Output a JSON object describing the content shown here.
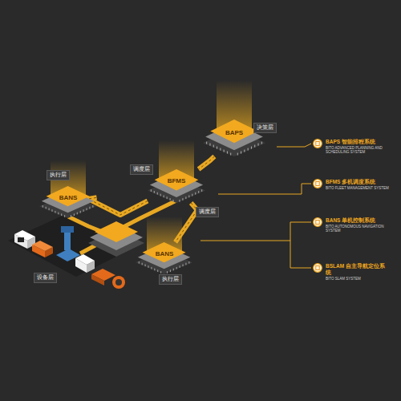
{
  "diagram": {
    "nodes": [
      {
        "text": [
          "BAPS"
        ]
      },
      {
        "text": [
          "BFMS"
        ]
      },
      {
        "text": [
          "BANS"
        ]
      },
      {
        "text": [
          "BANS"
        ]
      },
      {
        "text": [
          "BAPS 智能排程系统",
          "BITO ADVANCED PLANNING AND SCHEDULING SYSTEM"
        ]
      },
      {
        "text": [
          "BFMS 多机调度系统",
          "BITO FLEET MANAGEMENT SYSTEM"
        ]
      },
      {
        "text": [
          "BANS 单机控制系统",
          "BITO AUTONOMOUS NAVIGATION SYSTEM"
        ]
      },
      {
        "text": [
          "BSLAM 自主导航定位系统",
          "BITO SLAM SYSTEM"
        ]
      }
    ],
    "edges": [
      {
        "from": 0,
        "to": 1,
        "arrow": "none"
      },
      {
        "from": 1,
        "to": 2,
        "arrow": "none"
      },
      {
        "from": 1,
        "to": 3,
        "arrow": "none"
      }
    ],
    "labels": [
      "决策层",
      "调度层",
      "执行层",
      "调度层",
      "执行层",
      "设备层"
    ]
  }
}
